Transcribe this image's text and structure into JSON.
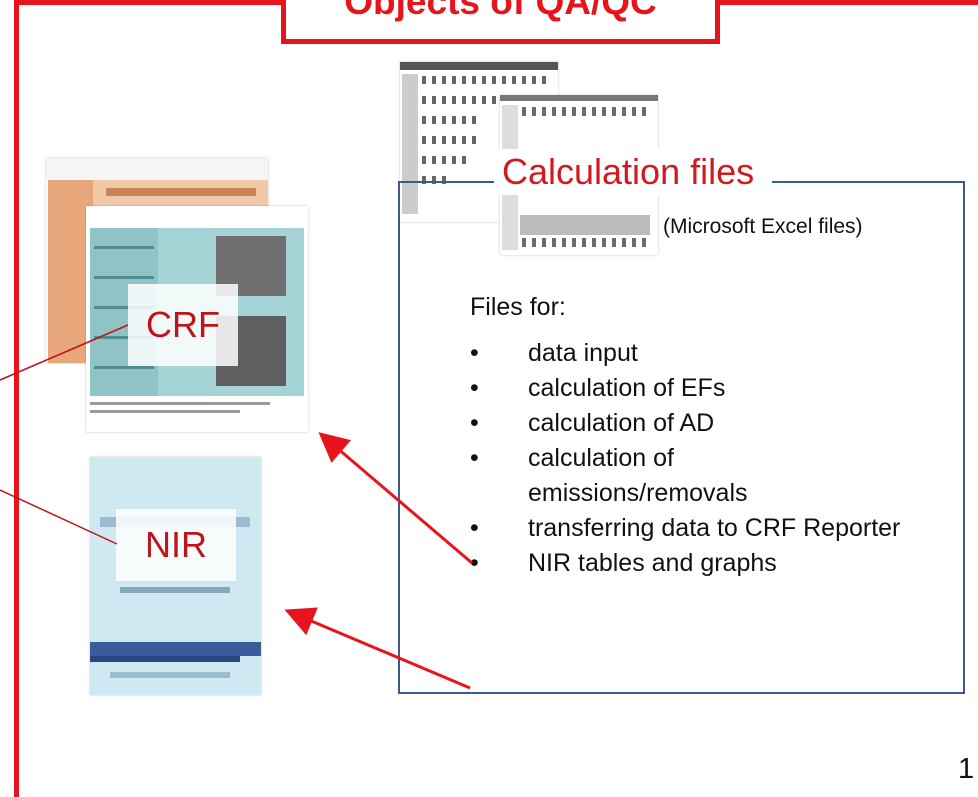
{
  "title": "Objects of QA/QC",
  "calc_files": {
    "title": "Calculation files",
    "subtitle": "(Microsoft Excel files)",
    "files_for": "Files for:",
    "items": [
      {
        "bullet": "•",
        "text": "data input"
      },
      {
        "bullet": "•",
        "text": "calculation of EFs"
      },
      {
        "bullet": "•",
        "text": "calculation of AD"
      },
      {
        "bullet": "•",
        "text": "calculation of emissions/removals"
      },
      {
        "bullet": "•",
        "text": "transferring data to CRF Reporter"
      },
      {
        "bullet": "•",
        "text": "NIR tables and graphs"
      }
    ]
  },
  "crf_label": "CRF",
  "nir_label": "NIR",
  "page_number": "1",
  "colors": {
    "accent_red": "#e8141b",
    "box_border": "#3e5a8c",
    "label_red": "#c0131a"
  }
}
